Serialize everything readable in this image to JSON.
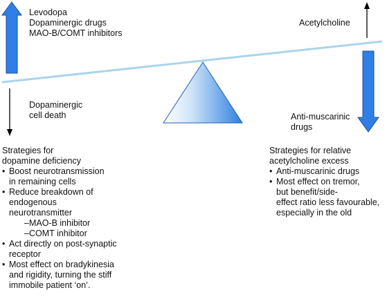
{
  "left_top_labels": [
    "Levodopa",
    "Dopaminergic drugs",
    "MAO-B/COMT inhibitors"
  ],
  "right_top_label": "Acetylcholine",
  "left_mid_labels": [
    "Dopaminergic",
    "cell death"
  ],
  "right_mid_labels": [
    "Anti-muscarinic",
    "drugs"
  ],
  "left_strategies": {
    "title": [
      "Strategies for",
      "dopamine deficiency"
    ],
    "items": [
      {
        "lines": [
          "Boost neurotransmission",
          "in remaining cells"
        ]
      },
      {
        "lines": [
          "Reduce breakdown of",
          "endogenous",
          "neurotransmitter"
        ],
        "sub": [
          "–MAO-B inhibitor",
          "–COMT inhibitor"
        ]
      },
      {
        "lines": [
          "Act directly on post-synaptic",
          "receptor"
        ]
      },
      {
        "lines": [
          "Most effect on bradykinesia",
          "and rigidity, turning the stiff",
          "immobile patient ‘on’."
        ]
      }
    ]
  },
  "right_strategies": {
    "title": [
      "Strategies for relative",
      "acetylcholine excess"
    ],
    "items": [
      {
        "lines": [
          "Anti-muscarinic drugs"
        ]
      },
      {
        "lines": [
          "Most effect on tremor,",
          "but benefit/side-",
          "effect ratio less favourable,",
          "especially in the old"
        ]
      }
    ]
  },
  "colors": {
    "arrow_fill": "#2f7fe6",
    "arrow_stroke": "#1a4f9e",
    "beam": "#a9d4ec",
    "fulcrum_light": "#e8f3fc",
    "fulcrum_dark": "#2e7fe0"
  }
}
